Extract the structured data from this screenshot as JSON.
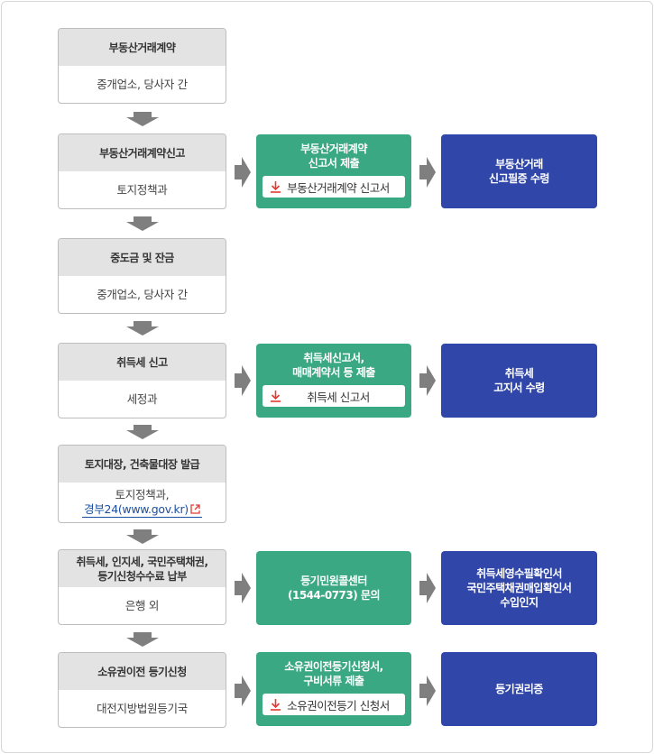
{
  "steps": [
    {
      "title": "부동산거래계약",
      "body": "중개업소, 당사자 간"
    },
    {
      "title": "부동산거래계약신고",
      "body": "토지정책과"
    },
    {
      "title": "중도금 및 잔금",
      "body": "중개업소, 당사자 간"
    },
    {
      "title": "취득세 신고",
      "body": "세정과"
    },
    {
      "title": "토지대장, 건축물대장 발급",
      "body": "토지정책과,",
      "link": "경부24(www.gov.kr)"
    },
    {
      "title_line1": "취득세, 인지세, 국민주택채권,",
      "title_line2": "등기신청수수료 납부",
      "body": "은행 외"
    },
    {
      "title": "소유권이전 등기신청",
      "body": "대전지방법원등기국"
    }
  ],
  "green": [
    {
      "line1": "부동산거래계약",
      "line2": "신고서 제출",
      "download": "부동산거래계약 신고서"
    },
    {
      "line1": "취득세신고서,",
      "line2": "매매계약서 등 제출",
      "download": "취득세 신고서"
    },
    {
      "line1": "등기민원콜센터",
      "line2": "(1544-0773) 문의"
    },
    {
      "line1": "소유권이전등기신청서,",
      "line2": "구비서류 제출",
      "download": "소유권이전등기 신청서"
    }
  ],
  "blue": [
    {
      "line1": "부동산거래",
      "line2": "신고필증 수령"
    },
    {
      "line1": "취득세",
      "line2": "고지서 수령"
    },
    {
      "line1": "취득세영수필확인서",
      "line2": "국민주택채권매입확인서",
      "line3": "수입인지"
    },
    {
      "line1": "등기권리증"
    }
  ],
  "colors": {
    "green": "#3aa883",
    "blue": "#3046a8",
    "header_gray": "#e3e3e3",
    "arrow_gray": "#7f7f7f",
    "download_red": "#e03c31"
  }
}
